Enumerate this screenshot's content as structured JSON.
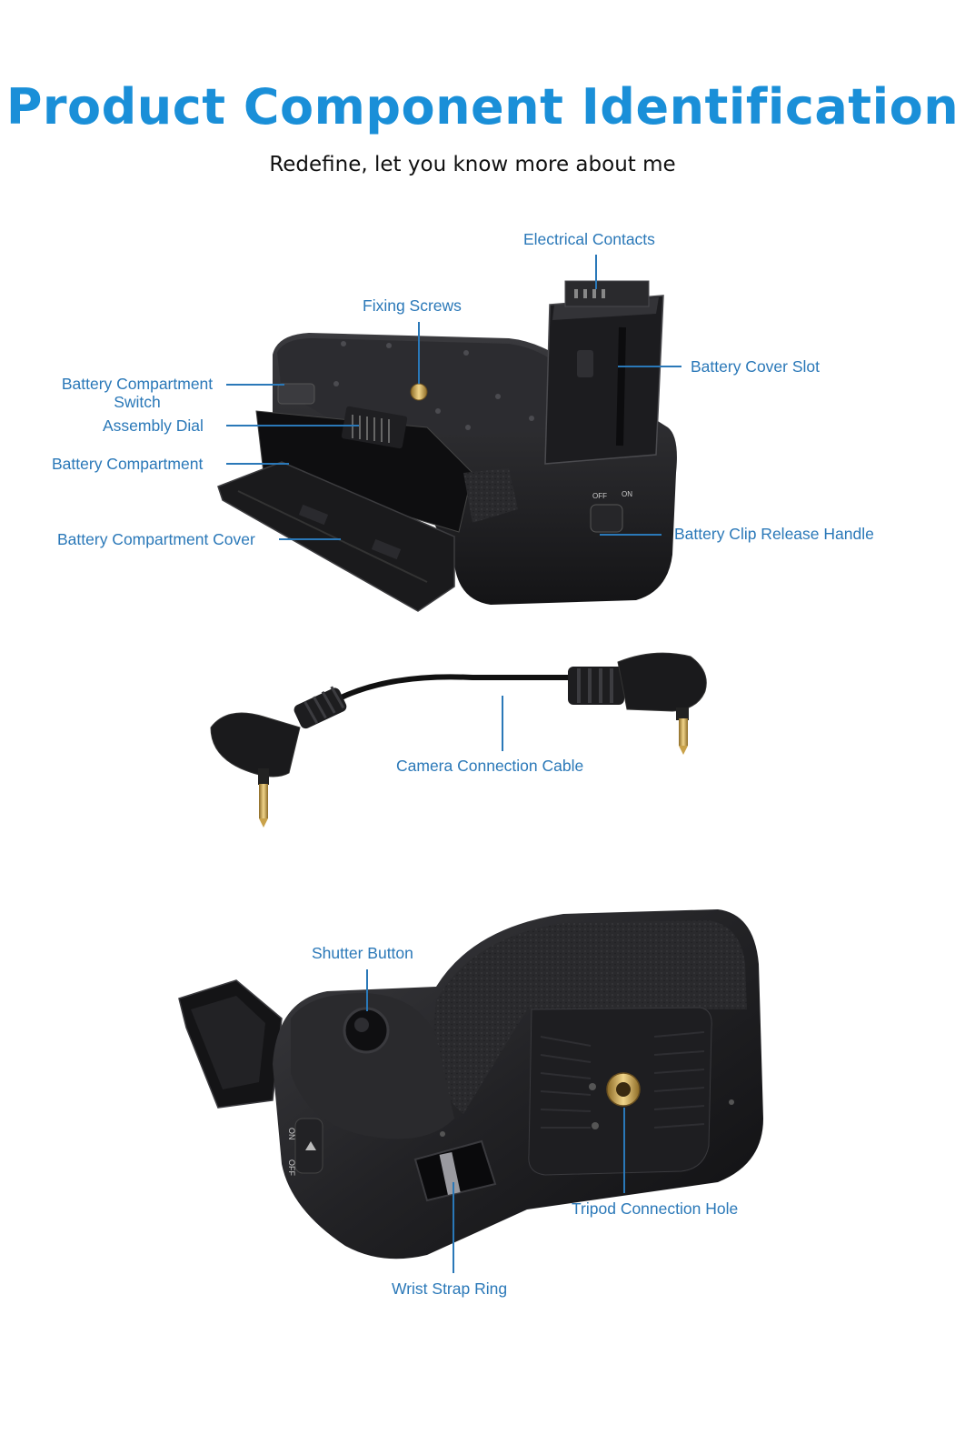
{
  "header": {
    "title": "Product Component Identification",
    "subtitle": "Redefine, let you know more about me"
  },
  "grip_top_view": {
    "labels": {
      "electrical_contacts": "Electrical Contacts",
      "fixing_screws": "Fixing Screws",
      "battery_cover_slot": "Battery Cover Slot",
      "battery_compartment_switch_line1": "Battery Compartment",
      "battery_compartment_switch_line2": "Switch",
      "assembly_dial": "Assembly Dial",
      "battery_compartment": "Battery Compartment",
      "battery_clip_release_handle": "Battery Clip Release Handle",
      "battery_compartment_cover": "Battery Compartment Cover"
    },
    "switch_off": "OFF",
    "switch_on": "ON"
  },
  "cable_view": {
    "label": "Camera Connection Cable"
  },
  "grip_bottom_view": {
    "labels": {
      "shutter_button": "Shutter Button",
      "tripod_connection_hole": "Tripod Connection Hole",
      "wrist_strap_ring": "Wrist Strap Ring"
    },
    "switch_on": "ON",
    "switch_off": "OFF"
  },
  "colors": {
    "title": "#1a8fd8",
    "label": "#2a78b8",
    "leader_line": "#2a78b8",
    "body_dark": "#1b1b1d",
    "body_mid": "#2b2b2e",
    "gold": "#c9a24a"
  }
}
